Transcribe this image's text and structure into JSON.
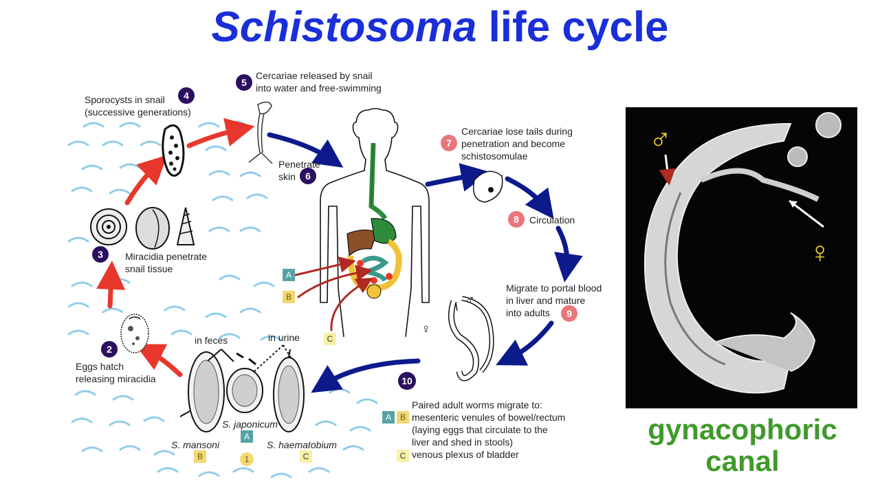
{
  "title": {
    "part1": "Schistosoma",
    "part2": " life cycle"
  },
  "steps": {
    "s2": {
      "num": "2",
      "text1": "Eggs hatch",
      "text2": "releasing miracidia"
    },
    "s3": {
      "num": "3",
      "text1": "Miracidia penetrate",
      "text2": "snail tissue"
    },
    "s4": {
      "num": "4",
      "text1": "Sporocysts in snail",
      "text2": "(successive generations)"
    },
    "s5": {
      "num": "5",
      "text1": "Cercariae released by snail",
      "text2": "into water and free-swimming"
    },
    "s6": {
      "num": "6",
      "text1": "Penetrate",
      "text2": "skin"
    },
    "s7": {
      "num": "7",
      "text1": "Cercariae lose tails during",
      "text2": "penetration and become",
      "text3": "schistosomulae"
    },
    "s8": {
      "num": "8",
      "text1": "Circulation"
    },
    "s9": {
      "num": "9",
      "text1": "Migrate to portal blood",
      "text2": "in liver and mature",
      "text3": "into adults"
    },
    "s10": {
      "num": "10",
      "text1": "Paired adult worms migrate to:",
      "text2": "mesenteric venules of bowel/rectum",
      "text3": "(laying eggs that circulate to the",
      "text4": "liver and shed in stools)",
      "text5": "venous plexus of bladder"
    }
  },
  "eggs": {
    "in_feces": "in feces",
    "in_urine": "in urine",
    "mansoni": "S. mansoni",
    "japonicum": "S. japonicum",
    "haematobium": "S. haematobium",
    "one": "1"
  },
  "keys": {
    "A": "A",
    "B": "B",
    "C": "C"
  },
  "symbols": {
    "male": "♂",
    "female": "♀"
  },
  "canal": {
    "line1": "gynacophoric",
    "line2": "canal"
  },
  "colors": {
    "title": "#1a2fd8",
    "red_arrow": "#e8372c",
    "blue_arrow": "#0c1a8c",
    "dark_badge": "#2c0f5e",
    "pink_badge": "#e9767a",
    "canal": "#3f9a2b",
    "symbol": "#f3d321"
  }
}
